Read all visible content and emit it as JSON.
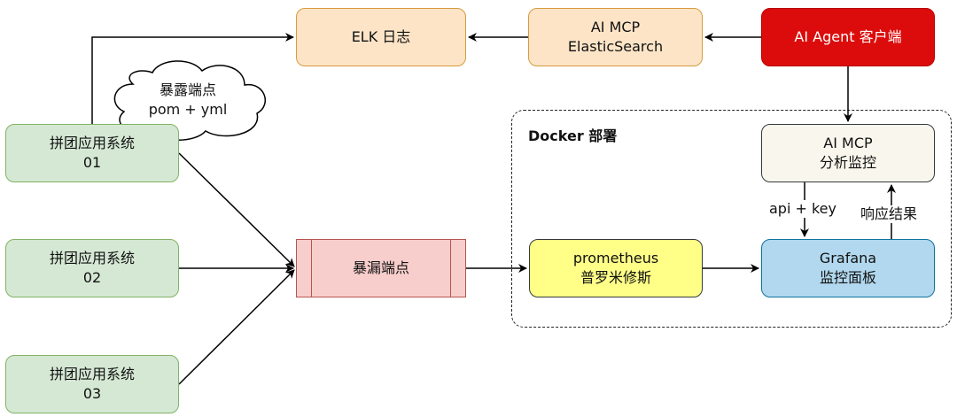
{
  "nodes": {
    "elk": "ELK 日志",
    "mcp_es": "AI MCP\nElasticSearch",
    "agent": "AI Agent 客户端",
    "app1": "拼团应用系统\n01",
    "app2": "拼团应用系统\n02",
    "app3": "拼团应用系统\n03",
    "exposed": "暴漏端点",
    "prometheus": "prometheus\n普罗米修斯",
    "grafana": "Grafana\n监控面板",
    "mcp_monitor": "AI MCP\n分析监控"
  },
  "cloud": "暴露端点\npom + yml",
  "docker_group": "Docker 部署",
  "edge_labels": {
    "api_key": "api + key",
    "response": "响应结果"
  },
  "colors": {
    "agent_fill": "#dc0c0c",
    "elk_fill": "#fde4c7",
    "app_fill": "#d5e8d4",
    "exposed_fill": "#f8cecc",
    "prom_fill": "#ffff88",
    "grafana_fill": "#b1d8ee",
    "mcp_monitor_fill": "#f9f7ed"
  }
}
